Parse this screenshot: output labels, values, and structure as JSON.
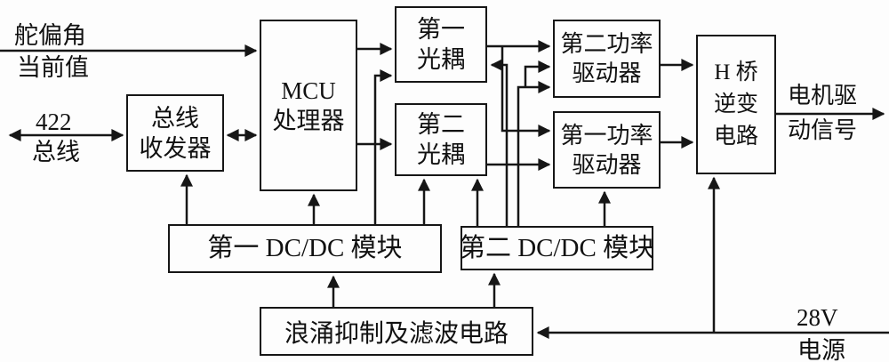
{
  "diagram": {
    "title_hint": "Rudder servo controller block diagram",
    "colors": {
      "line": "#161616",
      "background": "#fdfdfd",
      "text": "#111111"
    },
    "boxes": {
      "bus_transceiver": {
        "lines": [
          "总线",
          "收发器"
        ]
      },
      "mcu": {
        "lines": [
          "MCU",
          "处理器"
        ]
      },
      "opto1": {
        "lines": [
          "第一",
          "光耦"
        ]
      },
      "opto2": {
        "lines": [
          "第二",
          "光耦"
        ]
      },
      "driver2": {
        "lines": [
          "第二功率",
          "驱动器"
        ]
      },
      "driver1": {
        "lines": [
          "第一功率",
          "驱动器"
        ]
      },
      "h_bridge": {
        "lines": [
          "H 桥",
          "逆变",
          "电路"
        ]
      },
      "dcdc1": {
        "lines": [
          "第一 DC/DC 模块"
        ]
      },
      "dcdc2": {
        "lines": [
          "第二 DC/DC 模块"
        ]
      },
      "surge_filter": {
        "lines": [
          "浪涌抑制及滤波电路"
        ]
      }
    },
    "labels": {
      "rudder_angle": {
        "lines": [
          "舵偏角",
          "当前值"
        ]
      },
      "bus_422": {
        "lines": [
          "422",
          "总线"
        ]
      },
      "motor_drive_signal": {
        "lines": [
          "电机驱",
          "动信号"
        ]
      },
      "power_28v": {
        "lines": [
          "28V",
          "电源"
        ]
      }
    }
  }
}
